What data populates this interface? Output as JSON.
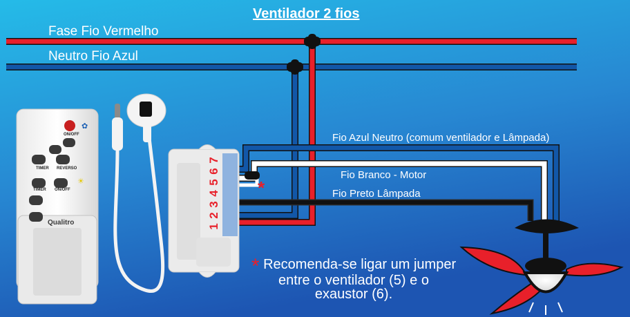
{
  "title": "Ventilador 2 fios",
  "wires": {
    "fase_label": "Fase  Fio Vermelho",
    "neutro_label": "Neutro Fio Azul",
    "azul_neutro_label": "Fio Azul Neutro (comum ventilador e Lâmpada)",
    "branco_label": "Fio Branco - Motor",
    "preto_label": "Fio Preto Lâmpada"
  },
  "module": {
    "terminals": [
      "7",
      "6",
      "5",
      "4",
      "3",
      "2",
      "1"
    ],
    "jumper_mark": "*"
  },
  "note": {
    "star": "*",
    "text": "Recomenda-se ligar um jumper entre o ventilador (5) e o exaustor (6)."
  },
  "remote": {
    "brand": "Qualitro",
    "labels": {
      "on_off": "ON/OFF",
      "timer_1": "TIMER",
      "reverse": "REVERSO",
      "timer_2": "TIMER",
      "on_off_2": "ON/OFF"
    }
  },
  "colors": {
    "background_top": "#23b6e6",
    "background_bottom": "#1f5bb5",
    "phase_wire": "#e8202a",
    "neutral_wire": "#1257a8",
    "motor_wire": "#ffffff",
    "lamp_wire": "#1a1a1a",
    "fan_blade": "#e8202a"
  }
}
